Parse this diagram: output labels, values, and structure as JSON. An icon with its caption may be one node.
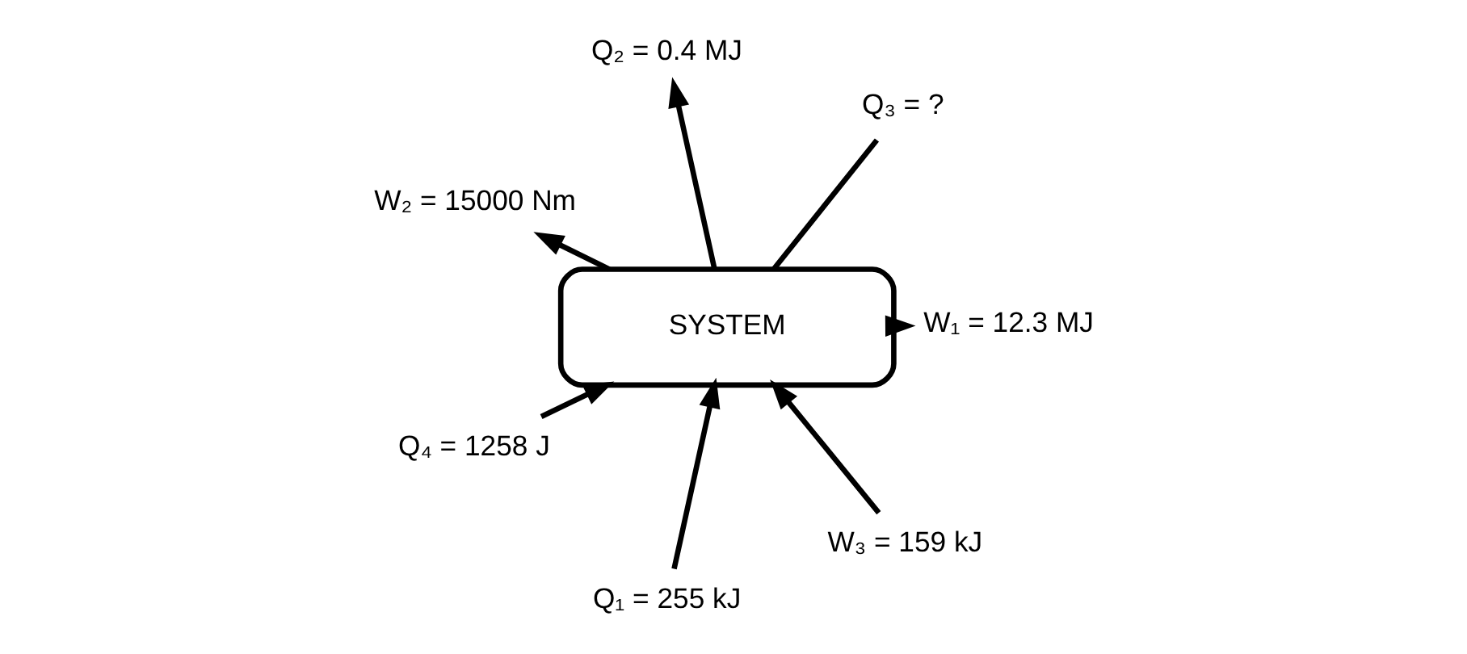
{
  "diagram": {
    "nodes": [
      {
        "text": [
          "SYSTEM"
        ]
      },
      {
        "text": [
          "W₁ = 12.3 MJ"
        ]
      },
      {
        "text": [
          "Q₁ = 255 kJ"
        ]
      },
      {
        "text": [
          "W₂ = 15000 Nm"
        ]
      },
      {
        "text": [
          "Q₃ = ?"
        ]
      },
      {
        "text": [
          "Q₂ = 0.4 MJ"
        ]
      },
      {
        "text": [
          "Q₄ = 1258 J"
        ]
      },
      {
        "text": [
          "W₃ = 159 kJ"
        ]
      }
    ],
    "edges": [
      {
        "from": 2,
        "to": 0,
        "arrow": "to"
      },
      {
        "from": 0,
        "to": 1,
        "arrow": "to"
      },
      {
        "from": 0,
        "to": 3,
        "arrow": "to"
      },
      {
        "from": 0,
        "to": 4,
        "arrow": "none"
      },
      {
        "from": 0,
        "to": 5,
        "arrow": "to"
      },
      {
        "from": 7,
        "to": 0,
        "arrow": "to"
      },
      {
        "from": 6,
        "to": 0,
        "arrow": "to"
      }
    ]
  }
}
